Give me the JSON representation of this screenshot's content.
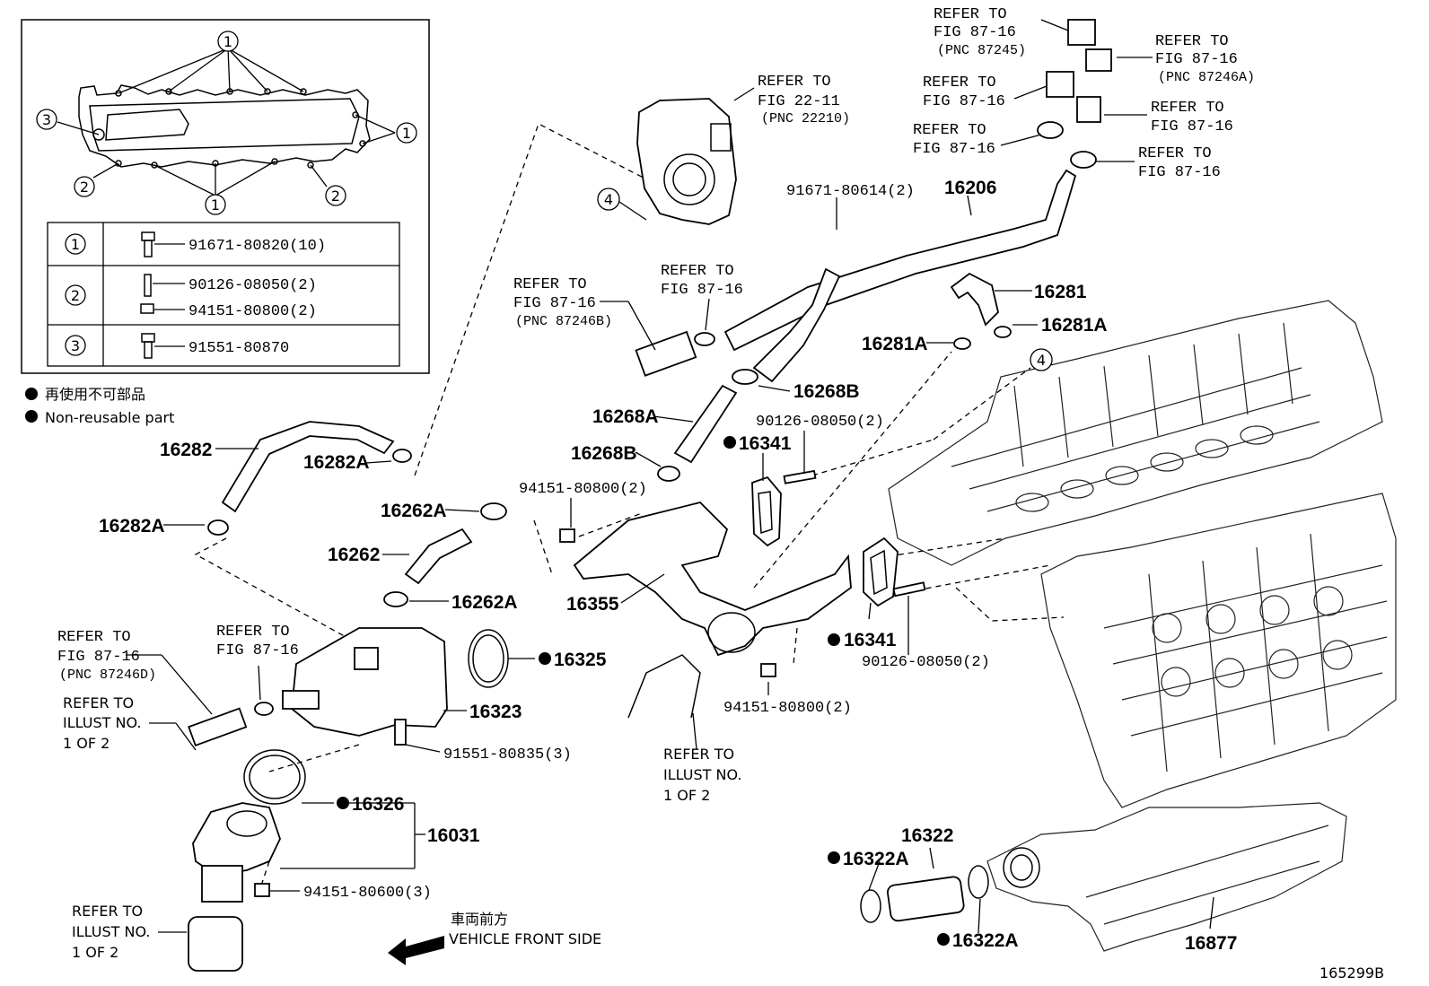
{
  "inset": {
    "callouts": [
      "1",
      "1",
      "1",
      "2",
      "2",
      "3"
    ],
    "legend_rows": [
      {
        "num": "1",
        "parts": [
          "91671-80820(10)"
        ]
      },
      {
        "num": "2",
        "parts": [
          "90126-08050(2)",
          "94151-80800(2)"
        ]
      },
      {
        "num": "3",
        "parts": [
          "91551-80870"
        ]
      }
    ]
  },
  "notes": {
    "nonreusable_jp": "再使用不可部品",
    "nonreusable_en": "Non-reusable part",
    "front_jp": "車両前方",
    "front_en": "VEHICLE FRONT SIDE",
    "figure_id": "165299B"
  },
  "refs": {
    "throttle": [
      "REFER TO",
      "FIG 22-11",
      "(PNC 22210)"
    ],
    "top1": [
      "REFER TO",
      "FIG 87-16",
      "(PNC 87245)"
    ],
    "top2": [
      "REFER TO",
      "FIG 87-16",
      "(PNC 87246A)"
    ],
    "top3": [
      "REFER TO",
      "FIG 87-16"
    ],
    "top4": [
      "REFER TO",
      "FIG 87-16"
    ],
    "top5": [
      "REFER TO",
      "FIG 87-16"
    ],
    "top6": [
      "REFER TO",
      "FIG 87-16"
    ],
    "mid1": [
      "REFER TO",
      "FIG 87-16",
      "(PNC 87246B)"
    ],
    "mid2": [
      "REFER TO",
      "FIG 87-16"
    ],
    "left1": [
      "REFER TO",
      "FIG 87-16",
      "(PNC 87246D)"
    ],
    "left2": [
      "REFER TO",
      "FIG 87-16"
    ],
    "illust1": [
      "REFER TO",
      "ILLUST NO.",
      "1 OF 2"
    ],
    "illust2": [
      "REFER TO",
      "ILLUST NO.",
      "1 OF 2"
    ],
    "illust3": [
      "REFER TO",
      "ILLUST NO.",
      "1 OF 2"
    ]
  },
  "parts": {
    "p16206": "16206",
    "p91671": "91671-80614(2)",
    "p16281": "16281",
    "p16281A_r": "16281A",
    "p16281A_l": "16281A",
    "p16268B_t": "16268B",
    "p16268A": "16268A",
    "p16268B_b": "16268B",
    "p16341_t": "16341",
    "p90126_t": "90126-08050(2)",
    "p16282": "16282",
    "p16282A_t": "16282A",
    "p16282A_b": "16282A",
    "p16262A_t": "16262A",
    "p16262": "16262",
    "p16262A_b": "16262A",
    "p94151_t": "94151-80800(2)",
    "p16355": "16355",
    "p16341_b": "16341",
    "p90126_b": "90126-08050(2)",
    "p94151_m": "94151-80800(2)",
    "p16325": "16325",
    "p16323": "16323",
    "p91551": "91551-80835(3)",
    "p16326": "16326",
    "p16031": "16031",
    "p94151_b": "94151-80600(3)",
    "p16322": "16322",
    "p16322A_t": "16322A",
    "p16322A_b": "16322A",
    "p16877": "16877"
  },
  "callout4": "4"
}
